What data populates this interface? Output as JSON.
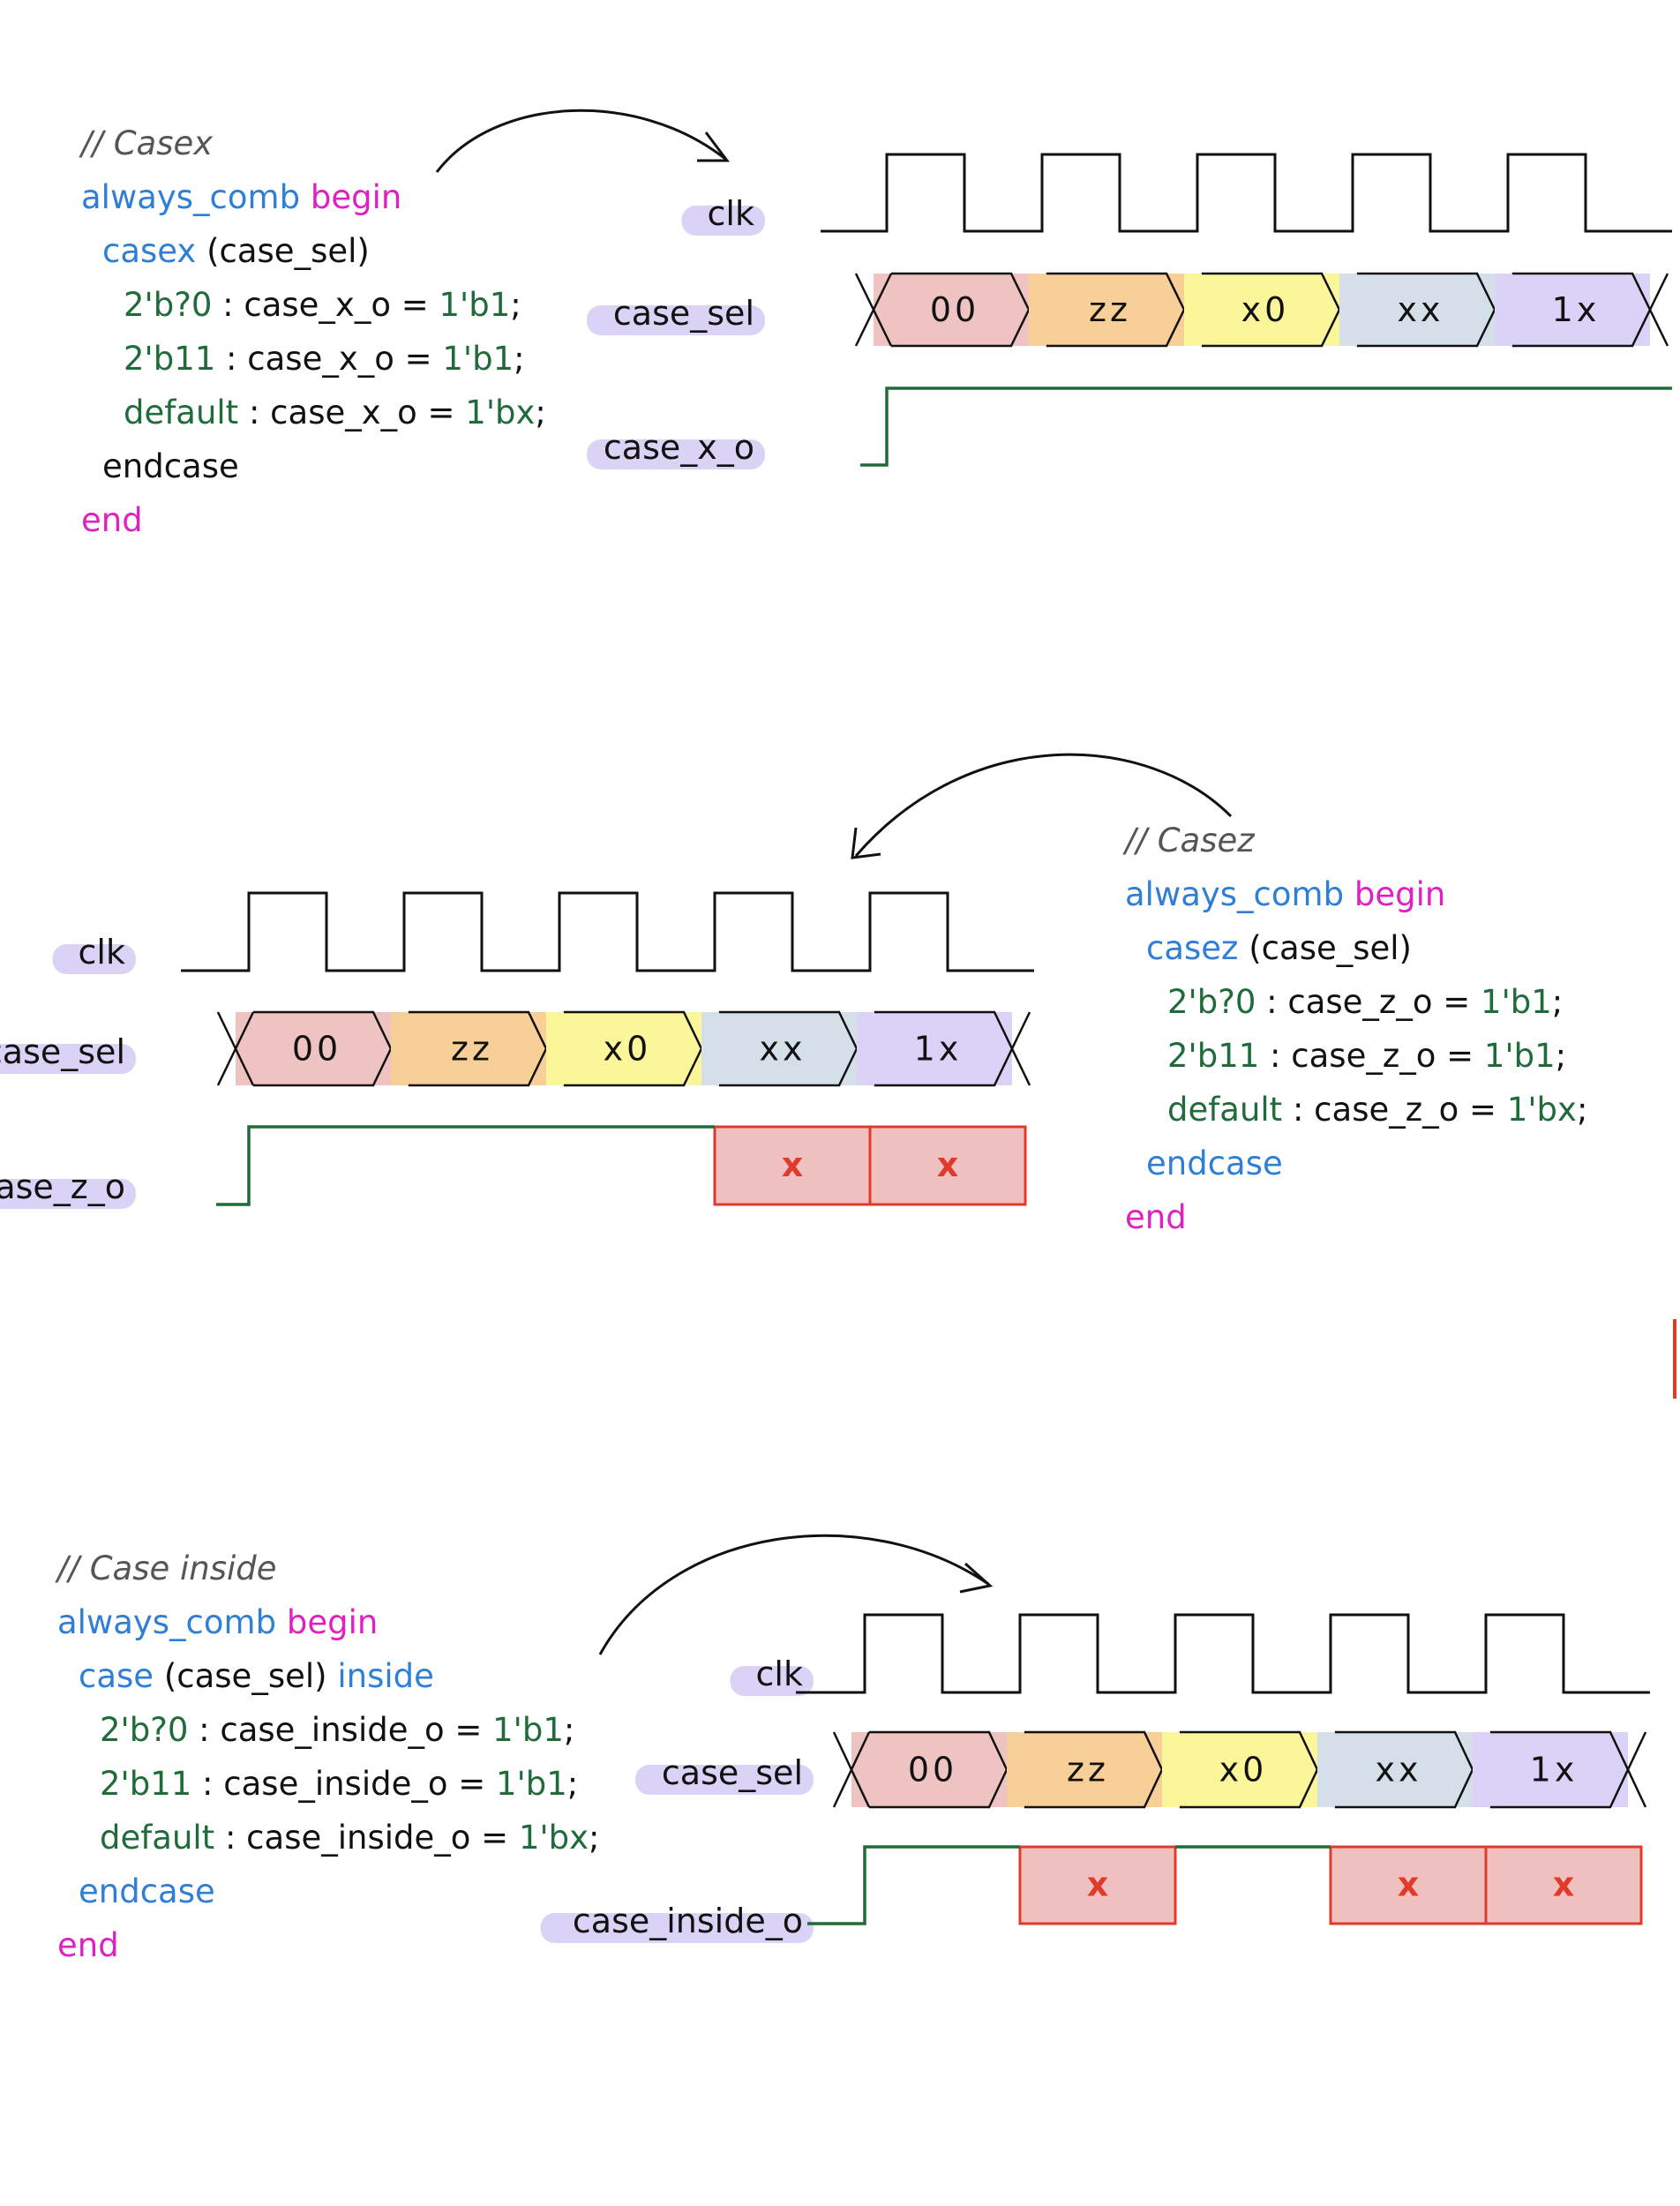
{
  "colors": {
    "comment": "#555555",
    "blue": "#2f7fd6",
    "magenta": "#e020c0",
    "green": "#1f6b3a",
    "text": "#111111",
    "signal_line": "#1f6b3a",
    "unknown_fill": "#f1c1c1",
    "unknown_stroke": "#e03a2a",
    "label_highlight": "#cfc4f3",
    "segments": [
      "#f0c3c3",
      "#f8cf96",
      "#fbf69a",
      "#d5dfe9",
      "#dcd2f8"
    ]
  },
  "sections": [
    {
      "id": "casex",
      "code": [
        {
          "indent": 0,
          "tokens": [
            {
              "t": "// Casex",
              "c": "comment"
            }
          ]
        },
        {
          "indent": 0,
          "tokens": [
            {
              "t": "always_comb ",
              "c": "blue"
            },
            {
              "t": "begin",
              "c": "magenta"
            }
          ]
        },
        {
          "indent": 1,
          "tokens": [
            {
              "t": "casex ",
              "c": "blue"
            },
            {
              "t": "(case_sel)",
              "c": "text"
            }
          ]
        },
        {
          "indent": 2,
          "tokens": [
            {
              "t": "2'b?0",
              "c": "green"
            },
            {
              "t": "  : case_x_o = ",
              "c": "text"
            },
            {
              "t": "1'b1",
              "c": "green"
            },
            {
              "t": ";",
              "c": "text"
            }
          ]
        },
        {
          "indent": 2,
          "tokens": [
            {
              "t": "2'b11",
              "c": "green"
            },
            {
              "t": "  : case_x_o = ",
              "c": "text"
            },
            {
              "t": "1'b1",
              "c": "green"
            },
            {
              "t": ";",
              "c": "text"
            }
          ]
        },
        {
          "indent": 2,
          "tokens": [
            {
              "t": "default",
              "c": "green"
            },
            {
              "t": " : case_x_o = ",
              "c": "text"
            },
            {
              "t": "1'bx",
              "c": "green"
            },
            {
              "t": ";",
              "c": "text"
            }
          ]
        },
        {
          "indent": 1,
          "tokens": [
            {
              "t": "endcase",
              "c": "text"
            }
          ]
        },
        {
          "indent": 0,
          "tokens": [
            {
              "t": "end",
              "c": "magenta"
            }
          ]
        }
      ],
      "wave": {
        "labels": {
          "clk": "clk",
          "sel": "case_sel",
          "out": "case_x_o"
        },
        "segments": [
          "00",
          "zz",
          "x0",
          "xx",
          "1x"
        ],
        "output_level": [
          "1",
          "1",
          "1",
          "1",
          "1"
        ],
        "x_marks": []
      }
    },
    {
      "id": "casez",
      "code": [
        {
          "indent": 0,
          "tokens": [
            {
              "t": "// Casez",
              "c": "comment"
            }
          ]
        },
        {
          "indent": 0,
          "tokens": [
            {
              "t": "always_comb ",
              "c": "blue"
            },
            {
              "t": "begin",
              "c": "magenta"
            }
          ]
        },
        {
          "indent": 1,
          "tokens": [
            {
              "t": "casez ",
              "c": "blue"
            },
            {
              "t": "(case_sel)",
              "c": "text"
            }
          ]
        },
        {
          "indent": 2,
          "tokens": [
            {
              "t": "2'b?0",
              "c": "green"
            },
            {
              "t": "  : case_z_o = ",
              "c": "text"
            },
            {
              "t": "1'b1",
              "c": "green"
            },
            {
              "t": ";",
              "c": "text"
            }
          ]
        },
        {
          "indent": 2,
          "tokens": [
            {
              "t": "2'b11",
              "c": "green"
            },
            {
              "t": "  : case_z_o = ",
              "c": "text"
            },
            {
              "t": "1'b1",
              "c": "green"
            },
            {
              "t": ";",
              "c": "text"
            }
          ]
        },
        {
          "indent": 2,
          "tokens": [
            {
              "t": "default",
              "c": "green"
            },
            {
              "t": " : case_z_o = ",
              "c": "text"
            },
            {
              "t": "1'bx",
              "c": "green"
            },
            {
              "t": ";",
              "c": "text"
            }
          ]
        },
        {
          "indent": 1,
          "tokens": [
            {
              "t": "endcase",
              "c": "blue"
            }
          ]
        },
        {
          "indent": 0,
          "tokens": [
            {
              "t": "end",
              "c": "magenta"
            }
          ]
        }
      ],
      "wave": {
        "labels": {
          "clk": "clk",
          "sel": "case_sel",
          "out": "case_z_o"
        },
        "segments": [
          "00",
          "zz",
          "x0",
          "xx",
          "1x"
        ],
        "output_level": [
          "1",
          "1",
          "1",
          "x",
          "x"
        ],
        "x_marks": [
          "x",
          "x"
        ]
      }
    },
    {
      "id": "case-inside",
      "code": [
        {
          "indent": 0,
          "tokens": [
            {
              "t": "// Case inside",
              "c": "comment"
            }
          ]
        },
        {
          "indent": 0,
          "tokens": [
            {
              "t": "always_comb ",
              "c": "blue"
            },
            {
              "t": "begin",
              "c": "magenta"
            }
          ]
        },
        {
          "indent": 1,
          "tokens": [
            {
              "t": "case ",
              "c": "blue"
            },
            {
              "t": "(case_sel) ",
              "c": "text"
            },
            {
              "t": "inside",
              "c": "blue"
            }
          ]
        },
        {
          "indent": 2,
          "tokens": [
            {
              "t": "2'b?0",
              "c": "green"
            },
            {
              "t": "  : case_inside_o = ",
              "c": "text"
            },
            {
              "t": "1'b1",
              "c": "green"
            },
            {
              "t": ";",
              "c": "text"
            }
          ]
        },
        {
          "indent": 2,
          "tokens": [
            {
              "t": "2'b11",
              "c": "green"
            },
            {
              "t": "  : case_inside_o = ",
              "c": "text"
            },
            {
              "t": "1'b1",
              "c": "green"
            },
            {
              "t": ";",
              "c": "text"
            }
          ]
        },
        {
          "indent": 2,
          "tokens": [
            {
              "t": "default",
              "c": "green"
            },
            {
              "t": " : case_inside_o = ",
              "c": "text"
            },
            {
              "t": "1'bx",
              "c": "green"
            },
            {
              "t": ";",
              "c": "text"
            }
          ]
        },
        {
          "indent": 1,
          "tokens": [
            {
              "t": "endcase",
              "c": "blue"
            }
          ]
        },
        {
          "indent": 0,
          "tokens": [
            {
              "t": "end",
              "c": "magenta"
            }
          ]
        }
      ],
      "wave": {
        "labels": {
          "clk": "clk",
          "sel": "case_sel",
          "out": "case_inside_o"
        },
        "segments": [
          "00",
          "zz",
          "x0",
          "xx",
          "1x"
        ],
        "output_level": [
          "1",
          "x",
          "1",
          "x",
          "x"
        ],
        "x_marks": [
          "x",
          "x",
          "x"
        ]
      }
    }
  ]
}
